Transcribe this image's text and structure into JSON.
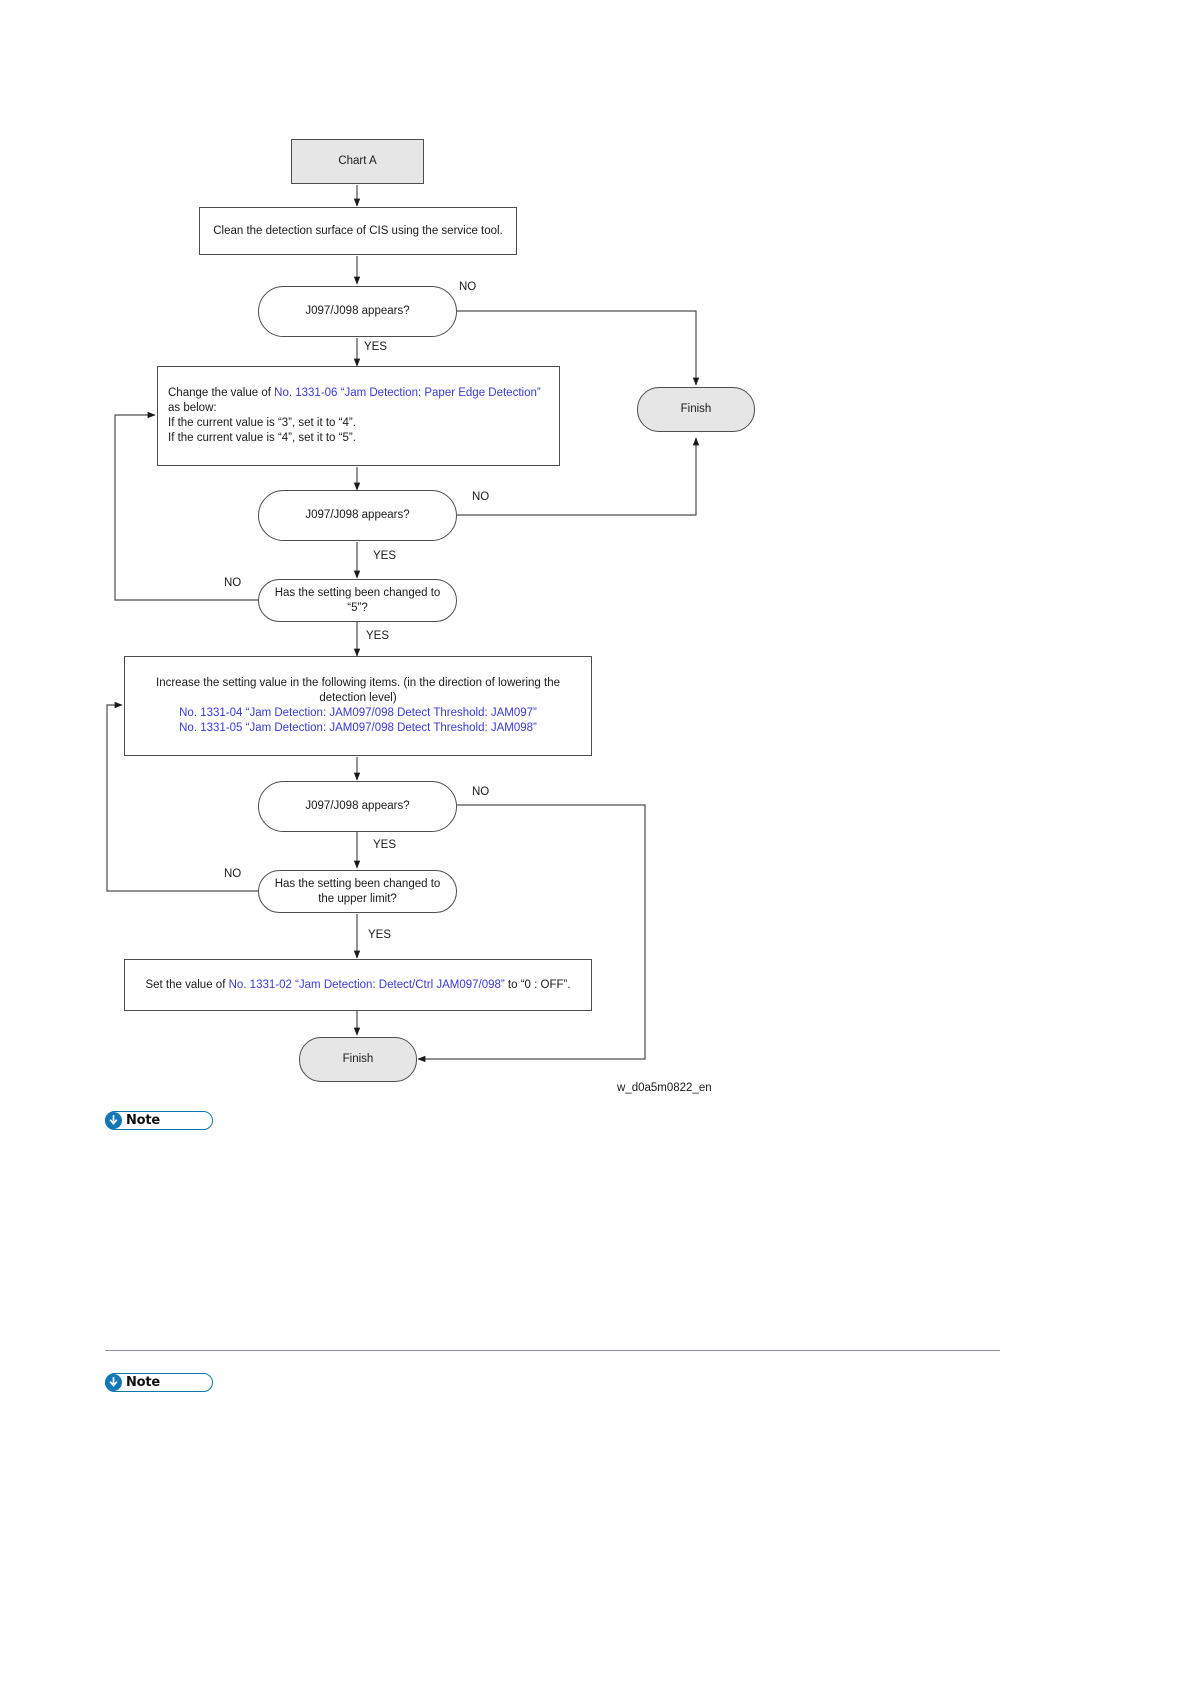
{
  "document": {
    "figure_caption": "w_d0a5m0822_en"
  },
  "chart_data": {
    "type": "diagram",
    "title": "Chart A",
    "nodes": [
      {
        "id": "start",
        "shape": "start-box",
        "label": "Chart A"
      },
      {
        "id": "clean",
        "shape": "process",
        "label": "Clean the detection surface of CIS using the service tool."
      },
      {
        "id": "dec1",
        "shape": "decision",
        "label": "J097/J098 appears?"
      },
      {
        "id": "finish1",
        "shape": "terminator",
        "label": "Finish"
      },
      {
        "id": "change",
        "shape": "process",
        "label": "Change the value of No. 1331-06 “Jam Detection: Paper Edge Detection” as below: If the current value is “3”, set it to “4”. If the current value is “4”, set it to “5”."
      },
      {
        "id": "dec2",
        "shape": "decision",
        "label": "J097/J098 appears?"
      },
      {
        "id": "dec3",
        "shape": "decision",
        "label": "Has the setting been changed to “5”?"
      },
      {
        "id": "increase",
        "shape": "process",
        "label": "Increase the setting value in the following items. (in the direction of lowering the detection level)"
      },
      {
        "id": "dec4",
        "shape": "decision",
        "label": "J097/J098 appears?"
      },
      {
        "id": "dec5",
        "shape": "decision",
        "label": "Has the setting been changed to the upper limit?"
      },
      {
        "id": "setoff",
        "shape": "process",
        "label": "Set the value of No. 1331-02 “Jam Detection: Detect/Ctrl JAM097/098” to “0 : OFF”."
      },
      {
        "id": "finish2",
        "shape": "terminator",
        "label": "Finish"
      }
    ],
    "edge_labels": [
      "NO",
      "YES",
      "NO",
      "YES",
      "NO",
      "YES",
      "NO",
      "YES",
      "NO",
      "YES"
    ],
    "link_color": "#3a3ad6"
  },
  "nodes": {
    "start": {
      "label": "Chart A"
    },
    "clean": {
      "label": "Clean the detection surface of CIS using the service tool."
    },
    "decision1": {
      "label": "J097/J098 appears?"
    },
    "finish_top": {
      "label": "Finish"
    },
    "change": {
      "line1_pre": "Change the value of ",
      "line1_link": "No. 1331-06 “Jam Detection: Paper Edge Detection”",
      "line1_post": " as below:",
      "line2": "If the current value is “3”, set it to “4”.",
      "line3": "If the current value is “4”, set it to “5”."
    },
    "decision2": {
      "label": "J097/J098 appears?"
    },
    "decision3": {
      "line1": "Has the setting been changed to",
      "line2": "“5”?"
    },
    "increase": {
      "line1": "Increase the setting value in the following items. (in the direction of lowering the detection level)",
      "link1": "No. 1331-04 “Jam Detection: JAM097/098 Detect Threshold: JAM097”",
      "link2": "No. 1331-05 “Jam Detection: JAM097/098 Detect Threshold: JAM098”"
    },
    "decision4": {
      "label": "J097/J098 appears?"
    },
    "decision5": {
      "line1": "Has the setting been changed to",
      "line2": "the upper limit?"
    },
    "setoff": {
      "pre": "Set the value of ",
      "link": "No. 1331-02 “Jam Detection: Detect/Ctrl JAM097/098”",
      "post": " to “0 : OFF”."
    },
    "finish_bottom": {
      "label": "Finish"
    }
  },
  "edges": {
    "no1": "NO",
    "yes1": "YES",
    "no2": "NO",
    "yes2": "YES",
    "no3": "NO",
    "yes3": "YES",
    "no4": "NO",
    "yes4": "YES",
    "no5": "NO",
    "yes5": "YES"
  },
  "notes": {
    "badge1_label": "Note",
    "badge2_label": "Note"
  },
  "colors": {
    "link": "#3a3ad6",
    "note_blue": "#1277b8",
    "node_fill_grey": "#e6e6e6",
    "stroke": "#4d4d4d",
    "rule": "#8e8ea8"
  }
}
